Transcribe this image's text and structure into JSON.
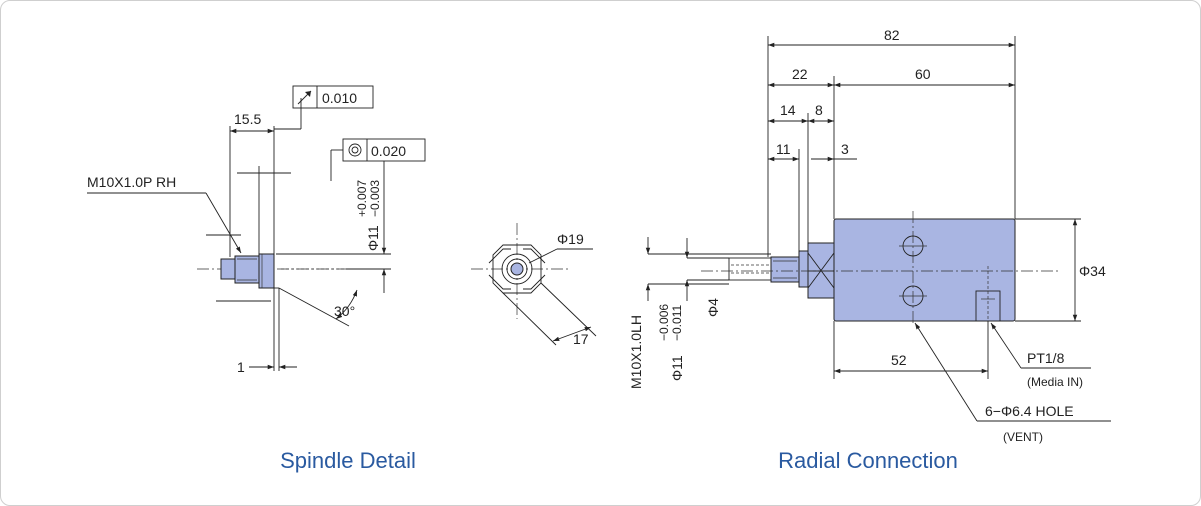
{
  "colors": {
    "part_fill": "#a9b5e2",
    "caption": "#2a5aa0",
    "line": "#222222"
  },
  "captions": {
    "spindle": "Spindle Detail",
    "radial": "Radial Connection"
  },
  "spindle": {
    "dim_length": "15.5",
    "runout_value": "0.010",
    "concentricity_value": "0.020",
    "thread": "M10X1.0P RH",
    "diameter": "Φ11",
    "tol_upper": "+0.007",
    "tol_lower": "−0.003",
    "angle": "30°",
    "shoulder": "1"
  },
  "end_view": {
    "diameter": "Φ19",
    "across_flats": "17"
  },
  "radial": {
    "overall": "82",
    "left_len": "22",
    "body_len": "60",
    "dim_14": "14",
    "dim_8": "8",
    "dim_11": "11",
    "dim_3": "3",
    "body_dia": "Φ34",
    "bore": "Φ4",
    "thread": "M10X1.0LH",
    "dia_11": "Φ11",
    "tol_upper": "−0.006",
    "tol_lower": "−0.011",
    "dim_52": "52",
    "port": "PT1/8",
    "port_note": "(Media IN)",
    "holes": "6−Φ6.4 HOLE",
    "holes_note": "(VENT)"
  }
}
